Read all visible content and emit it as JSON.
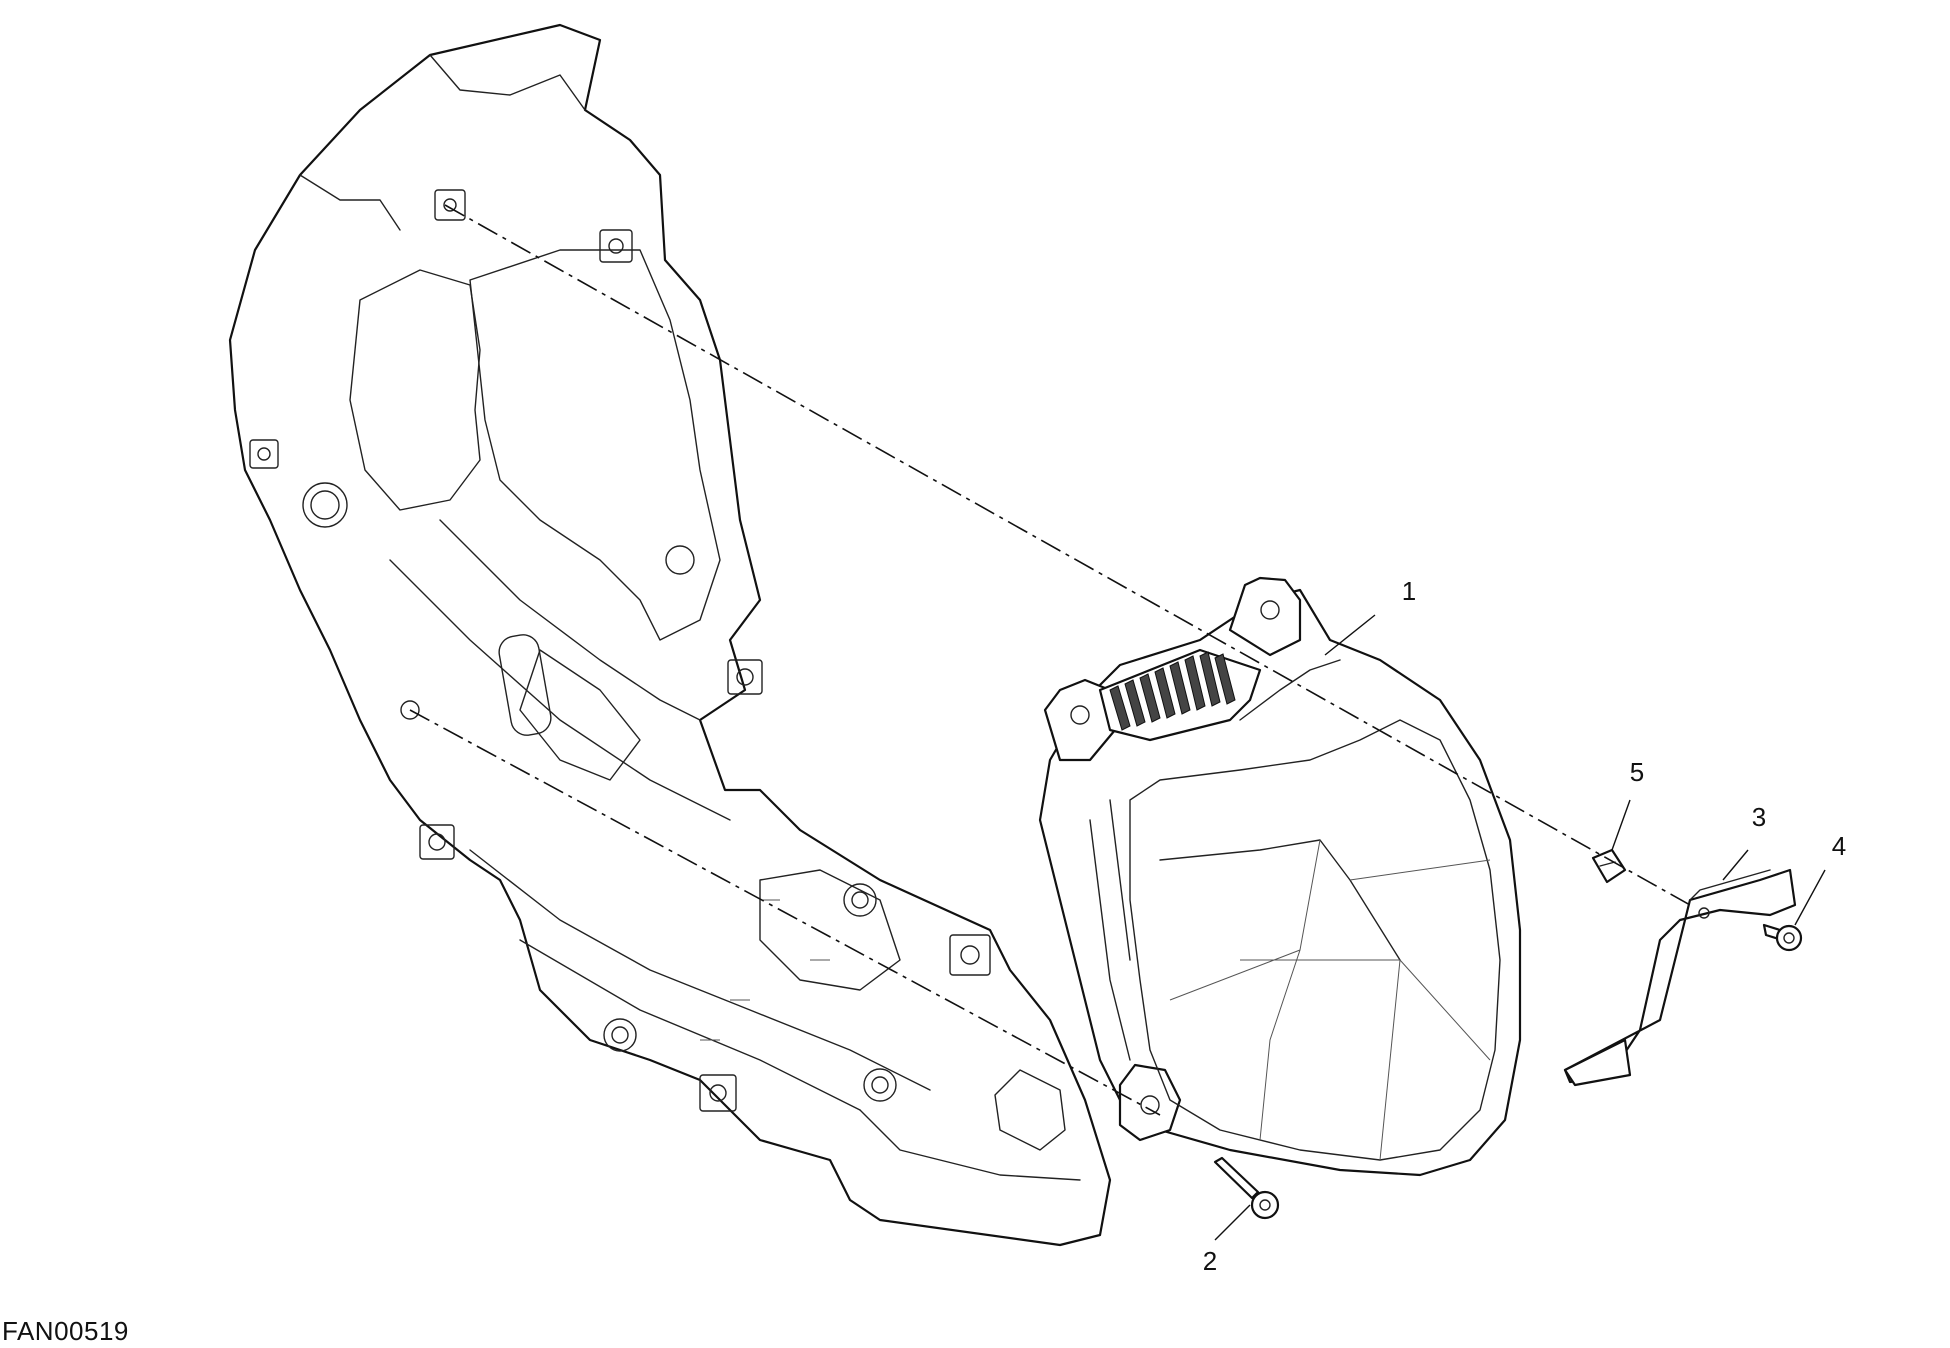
{
  "drawing_code": "FAN00519",
  "callouts": [
    {
      "id": "1",
      "label": "1"
    },
    {
      "id": "2",
      "label": "2"
    },
    {
      "id": "3",
      "label": "3"
    },
    {
      "id": "4",
      "label": "4"
    },
    {
      "id": "5",
      "label": "5"
    }
  ]
}
